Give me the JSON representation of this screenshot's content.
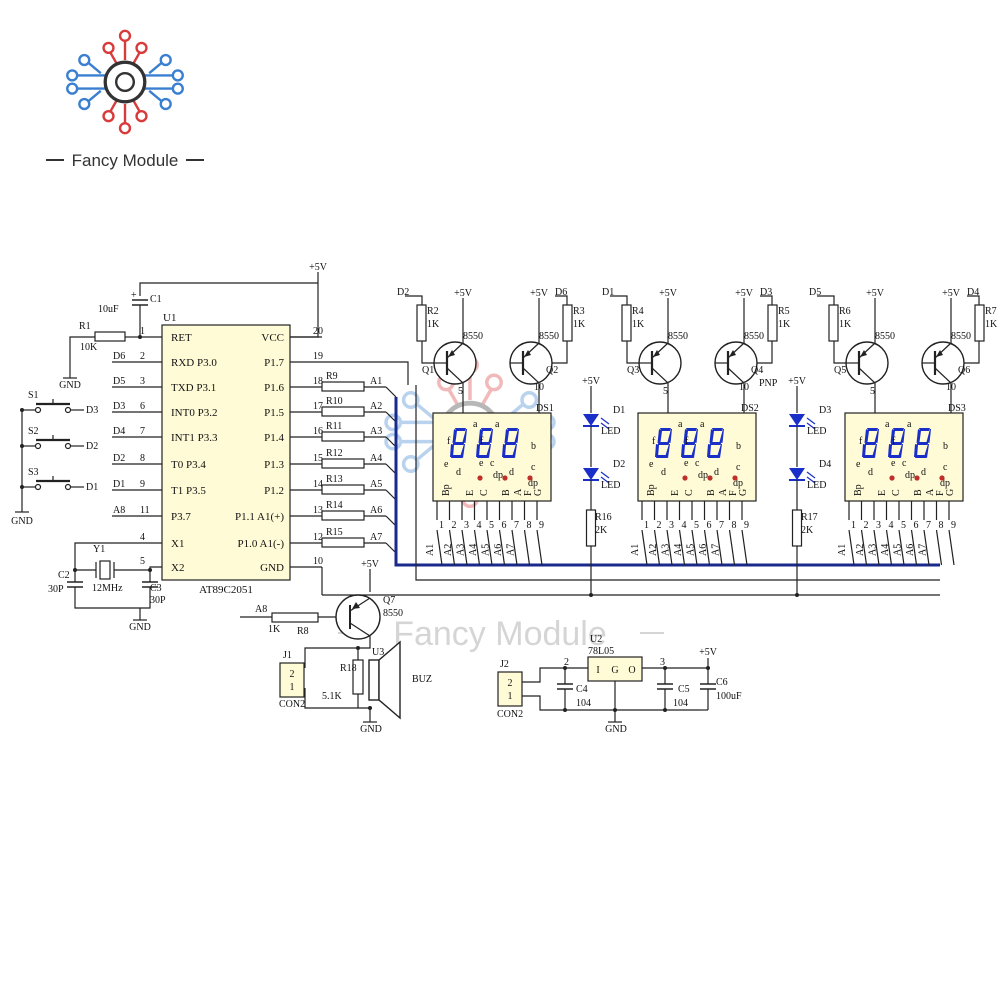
{
  "brand": {
    "name": "Fancy Module",
    "watermark": "Fancy Module",
    "colors": {
      "red": "#d93a3a",
      "blue": "#3a7fd0",
      "dark": "#333333"
    }
  },
  "mcu": {
    "ref": "U1",
    "part": "AT89C2051",
    "left_pins": [
      {
        "net": "",
        "num": "1",
        "name": "RET"
      },
      {
        "net": "D6",
        "num": "2",
        "name": "RXD P3.0"
      },
      {
        "net": "D5",
        "num": "3",
        "name": "TXD P3.1"
      },
      {
        "net": "D3",
        "num": "6",
        "name": "INT0 P3.2"
      },
      {
        "net": "D4",
        "num": "7",
        "name": "INT1 P3.3"
      },
      {
        "net": "D2",
        "num": "8",
        "name": "T0 P3.4"
      },
      {
        "net": "D1",
        "num": "9",
        "name": "T1 P3.5"
      },
      {
        "net": "A8",
        "num": "11",
        "name": "P3.7"
      },
      {
        "net": "",
        "num": "4",
        "name": "X1"
      },
      {
        "net": "",
        "num": "5",
        "name": "X2"
      }
    ],
    "right_pins": [
      {
        "name": "VCC",
        "num": "20"
      },
      {
        "name": "P1.7",
        "num": "19"
      },
      {
        "name": "P1.6",
        "num": "18"
      },
      {
        "name": "P1.5",
        "num": "17"
      },
      {
        "name": "P1.4",
        "num": "16"
      },
      {
        "name": "P1.3",
        "num": "15"
      },
      {
        "name": "P1.2",
        "num": "14"
      },
      {
        "name": "P1.1 A1(+)",
        "num": "13"
      },
      {
        "name": "P1.0 A1(-)",
        "num": "12"
      },
      {
        "name": "GND",
        "num": "10"
      }
    ]
  },
  "seg_resistors": [
    {
      "ref": "R9",
      "net": "A1"
    },
    {
      "ref": "R10",
      "net": "A2"
    },
    {
      "ref": "R11",
      "net": "A3"
    },
    {
      "ref": "R12",
      "net": "A4"
    },
    {
      "ref": "R13",
      "net": "A5"
    },
    {
      "ref": "R14",
      "net": "A6"
    },
    {
      "ref": "R15",
      "net": "A7"
    }
  ],
  "power": {
    "vcc": "+5V",
    "gnd": "GND"
  },
  "reset": {
    "cap_ref": "C1",
    "cap_val": "10uF",
    "res_ref": "R1",
    "res_val": "10K"
  },
  "switches": [
    {
      "ref": "S1",
      "net": "D3"
    },
    {
      "ref": "S2",
      "net": "D2"
    },
    {
      "ref": "S3",
      "net": "D1"
    }
  ],
  "crystal": {
    "ref": "Y1",
    "val": "12MHz",
    "c2": "C2",
    "c3": "C3",
    "cval": "30P"
  },
  "displays": [
    {
      "ref": "DS1",
      "r_left": "R2",
      "r_right": "R3",
      "r_val": "1K",
      "q_left": "Q1",
      "q_right": "Q2",
      "d_left": "D2",
      "d_right": "D6"
    },
    {
      "ref": "DS2",
      "r_left": "R4",
      "r_right": "R5",
      "r_val": "1K",
      "q_left": "Q3",
      "q_right": "Q4",
      "d_left": "D1",
      "d_right": "D3"
    },
    {
      "ref": "DS3",
      "r_left": "R6",
      "r_right": "R7",
      "r_val": "1K",
      "q_left": "Q5",
      "q_right": "Q6",
      "d_left": "D5",
      "d_right": "D4"
    }
  ],
  "transistor_part": "8550",
  "seg_labels": [
    "a",
    "b",
    "c",
    "d",
    "e",
    "f",
    "g",
    "dp"
  ],
  "display_pins": [
    "1",
    "2",
    "3",
    "4",
    "5",
    "6",
    "7",
    "8",
    "9"
  ],
  "display_nets": [
    "A1",
    "A2",
    "A3",
    "A4",
    "A5",
    "A6",
    "A7"
  ],
  "display_pin_letters": [
    "Bp",
    "E",
    "C",
    "B",
    "A",
    "F",
    "G"
  ],
  "common_pins": [
    "5",
    "10"
  ],
  "leds": [
    {
      "ref": "D1",
      "type": "LED"
    },
    {
      "ref": "D2",
      "type": "LED"
    },
    {
      "ref": "D3",
      "type": "LED"
    },
    {
      "ref": "D4",
      "type": "LED"
    }
  ],
  "led_resistors": [
    {
      "ref": "R16",
      "val": "2K"
    },
    {
      "ref": "R17",
      "val": "2K"
    }
  ],
  "pnp_label": "PNP",
  "buzzer": {
    "q": "Q7",
    "q_part": "8550",
    "r8": "R8",
    "r8_val": "1K",
    "net": "A8",
    "u": "U3",
    "label": "BUZ",
    "r18": "R18",
    "r18_val": "5.1K",
    "j": "J1",
    "j_label": "CON2",
    "j_pins": [
      "2",
      "1"
    ]
  },
  "regulator": {
    "u": "U2",
    "part": "78L05",
    "pins": [
      "I",
      "G",
      "O"
    ],
    "pin_in": "2",
    "pin_out": "3",
    "c4": "C4",
    "c4_val": "104",
    "c5": "C5",
    "c5_val": "104",
    "c6": "C6",
    "c6_val": "100uF",
    "j": "J2",
    "j_label": "CON2",
    "j_pins": [
      "2",
      "1"
    ]
  }
}
